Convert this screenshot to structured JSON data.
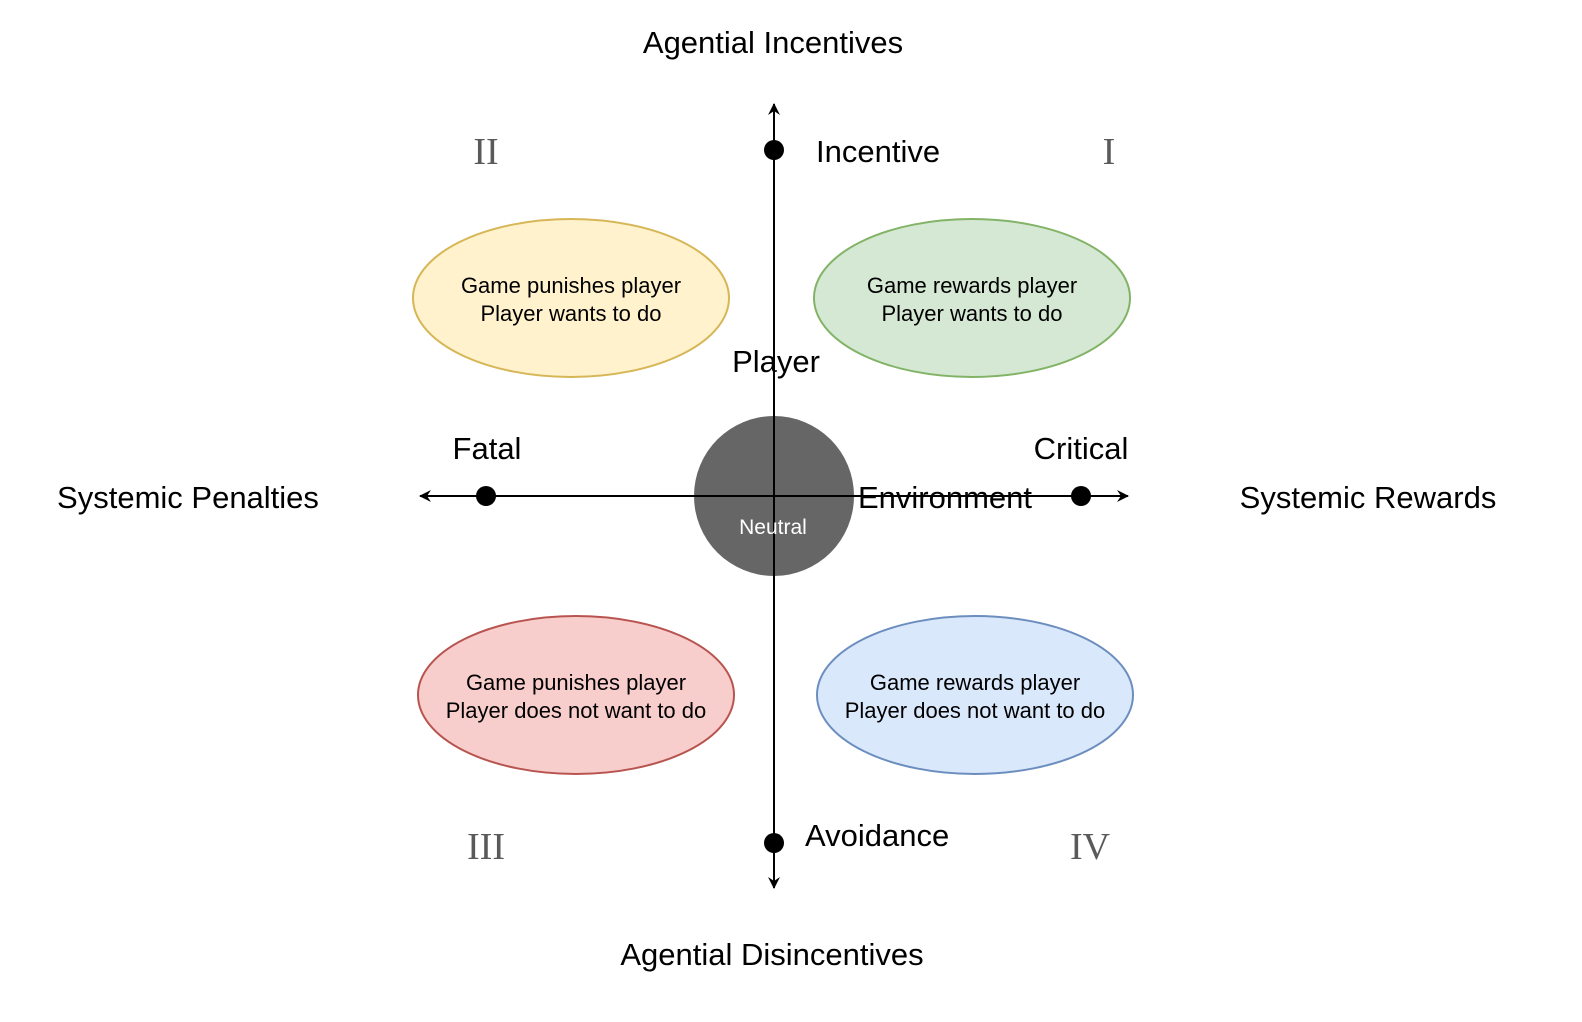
{
  "titles": {
    "top": "Agential Incentives",
    "bottom": "Agential Disincentives",
    "left": "Systemic Penalties",
    "right": "Systemic Rewards"
  },
  "axis_points": {
    "incentive": "Incentive",
    "avoidance": "Avoidance",
    "fatal": "Fatal",
    "critical": "Critical"
  },
  "axis_names": {
    "vertical": "Player",
    "horizontal": "Environment"
  },
  "center": {
    "label": "Neutral",
    "color": "#666666"
  },
  "quadrants": {
    "q1": {
      "numeral": "I",
      "line1": "Game rewards player",
      "line2": "Player wants to do",
      "fill": "#d5e8d4",
      "stroke": "#82b366"
    },
    "q2": {
      "numeral": "II",
      "line1": "Game punishes player",
      "line2": "Player wants to do",
      "fill": "#fff2cc",
      "stroke": "#d6b656"
    },
    "q3": {
      "numeral": "III",
      "line1": "Game punishes player",
      "line2": "Player does not want to do",
      "fill": "#f8cecc",
      "stroke": "#b85450"
    },
    "q4": {
      "numeral": "IV",
      "line1": "Game rewards player",
      "line2": "Player does not want to do",
      "fill": "#dae8fc",
      "stroke": "#6c8ebf"
    }
  }
}
